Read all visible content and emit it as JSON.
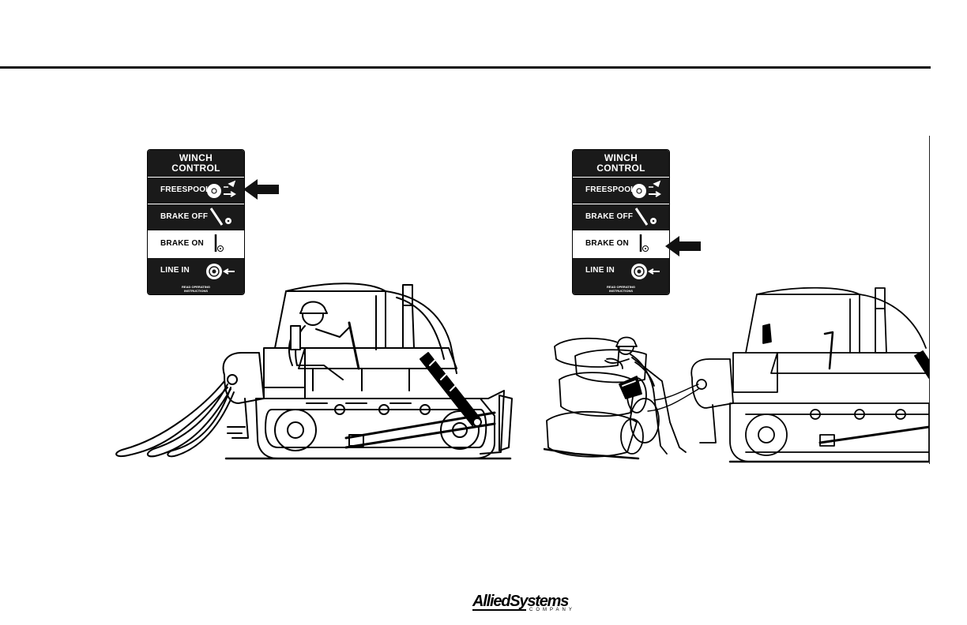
{
  "panel": {
    "title_line1": "WINCH",
    "title_line2": "CONTROL",
    "rows": [
      {
        "label": "FREESPOOL",
        "style": "dark"
      },
      {
        "label": "BRAKE OFF",
        "style": "dark"
      },
      {
        "label": "BRAKE ON",
        "style": "light"
      },
      {
        "label": "LINE IN",
        "style": "dark"
      }
    ],
    "footer_line1": "READ OPERATING",
    "footer_line2": "INSTRUCTIONS"
  },
  "left_figure": {
    "selected_control": "FREESPOOL"
  },
  "right_figure": {
    "selected_control": "BRAKE ON"
  },
  "logo": {
    "name": "AlliedSystems",
    "sub": "COMPANY"
  },
  "colors": {
    "ink": "#1a1a1a",
    "paper": "#ffffff"
  }
}
